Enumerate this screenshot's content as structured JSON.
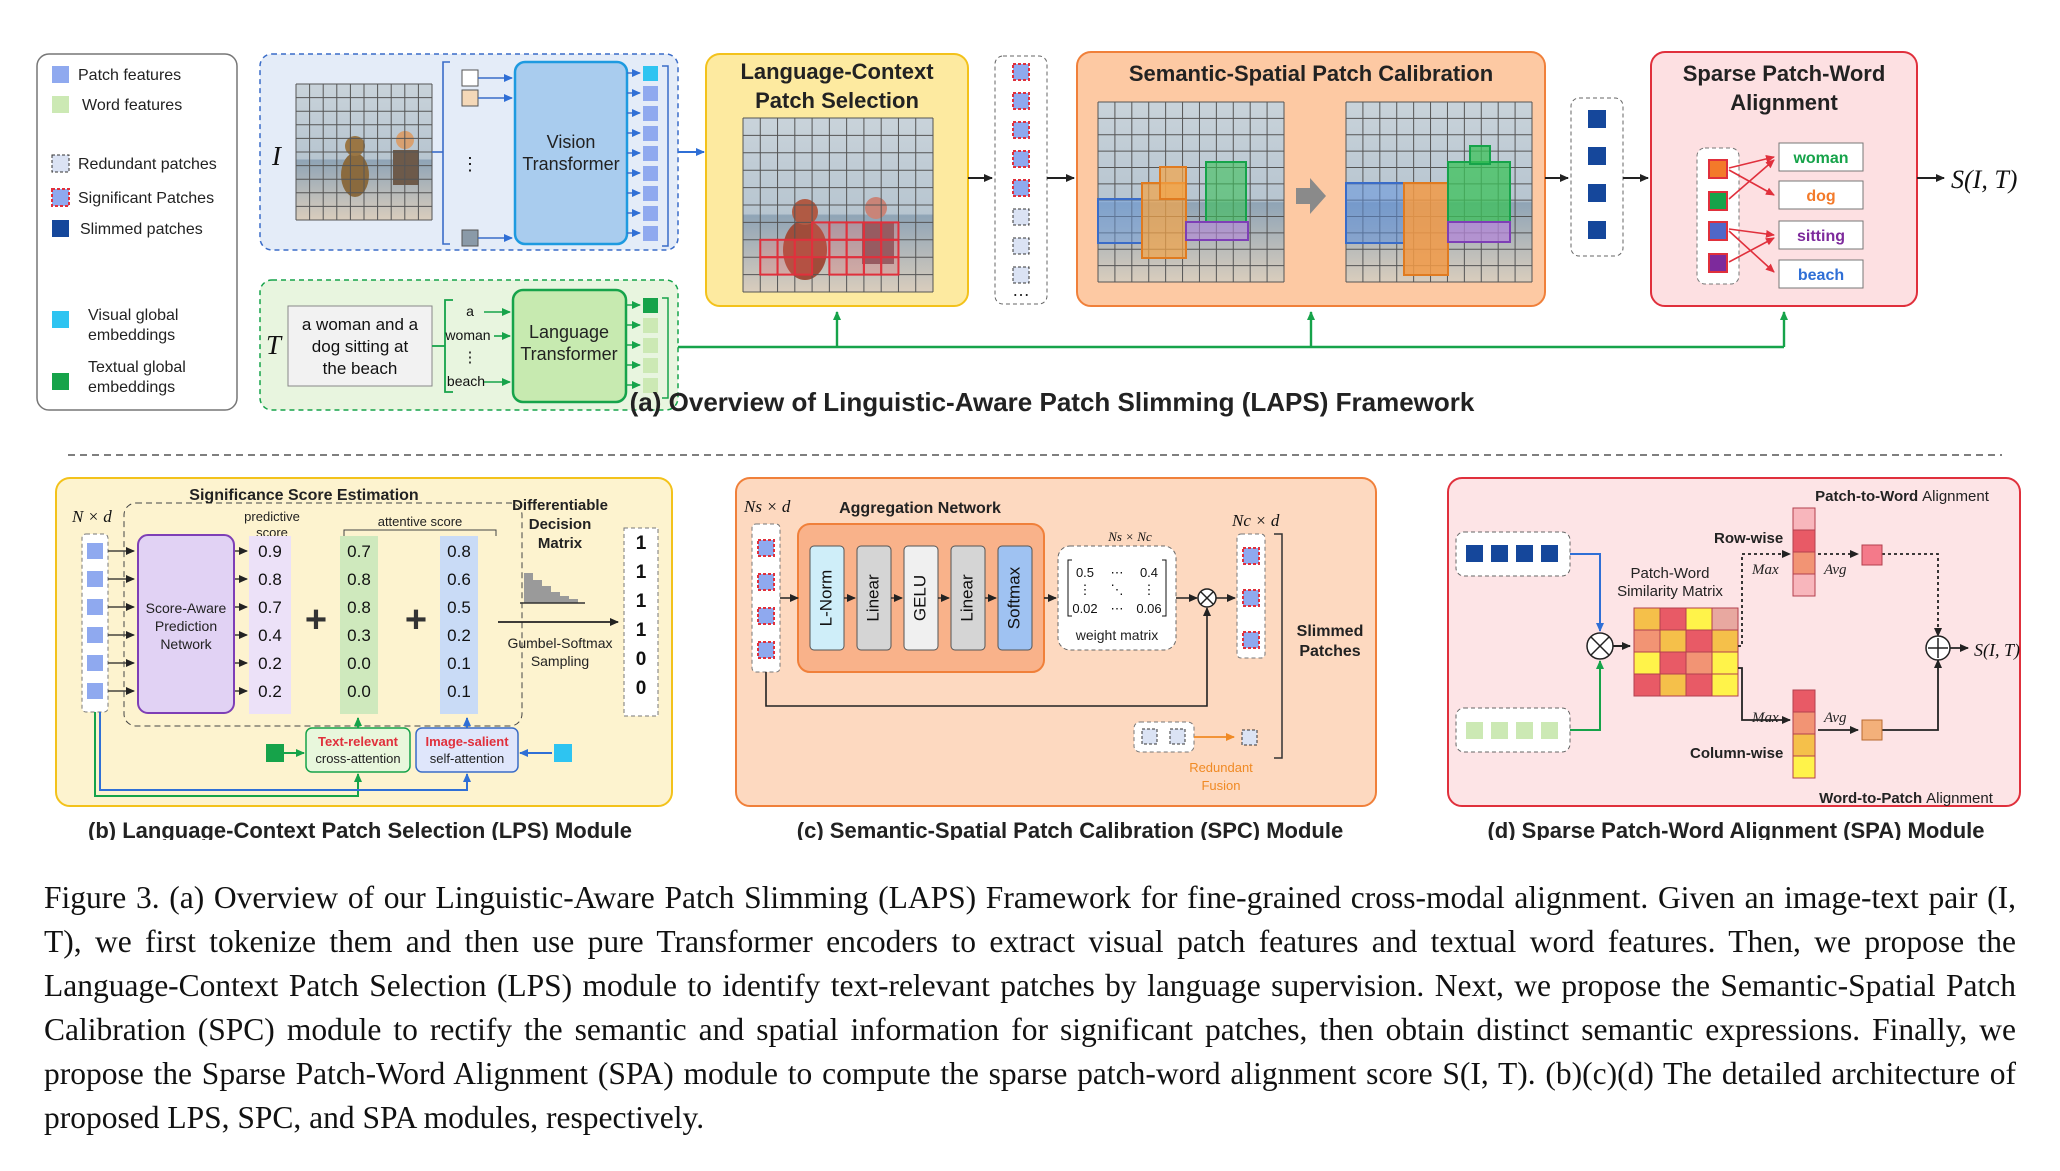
{
  "legend": {
    "items": [
      "Patch features",
      "Word features",
      "Redundant patches",
      "Significant Patches",
      "Slimmed patches",
      "Visual global embeddings",
      "Textual global embeddings"
    ]
  },
  "colors": {
    "patch": "#8fa9ef",
    "word": "#cce9b4",
    "slimmed": "#15479b",
    "visual_global": "#2ec4f1",
    "textual_global": "#16a34a",
    "significant_border": "#e0303c"
  },
  "overview": {
    "image_symbol": "I",
    "text_symbol": "T",
    "vit_label": [
      "Vision",
      "Transformer"
    ],
    "lt_label": [
      "Language",
      "Transformer"
    ],
    "caption_text": [
      "a woman and a",
      "dog sitting at",
      "the beach"
    ],
    "tokens": [
      "a",
      "woman",
      "beach"
    ],
    "vdots": "⋮",
    "hdots": "…",
    "lps_title": [
      "Language-Context",
      "Patch Selection"
    ],
    "spc_title": "Semantic-Spatial Patch Calibration",
    "spa_title": [
      "Sparse Patch-Word",
      "Alignment"
    ],
    "words": [
      "woman",
      "dog",
      "sitting",
      "beach"
    ],
    "score": "S(I, T)",
    "subtitle": "(a) Overview of Linguistic-Aware Patch Slimming (LAPS) Framework"
  },
  "lps": {
    "nd": "N × d",
    "sse_title": "Significance Score Estimation",
    "predictive_label": [
      "predictive",
      "score"
    ],
    "attentive_label": "attentive score",
    "sapn": [
      "Score-Aware",
      "Prediction",
      "Network"
    ],
    "predictive": [
      0.9,
      0.8,
      0.7,
      0.4,
      0.2,
      0.2
    ],
    "cross": [
      0.7,
      0.8,
      0.8,
      0.3,
      0.0,
      0.0
    ],
    "self": [
      0.8,
      0.6,
      0.5,
      0.2,
      0.1,
      0.1
    ],
    "decision": [
      1,
      1,
      1,
      1,
      0,
      0
    ],
    "ddm_title": [
      "Differentiable",
      "Decision",
      "Matrix"
    ],
    "gumbel": [
      "Gumbel-Softmax",
      "Sampling"
    ],
    "text_relevant": "Text-relevant",
    "cross_attention": "cross-attention",
    "image_salient": "Image-salient",
    "self_attention": "self-attention",
    "plus": "+",
    "caption": "(b) Language-Context Patch Selection (LPS) Module"
  },
  "spc": {
    "ns_d": "Ns × d",
    "nc_d": "Nc × d",
    "ns_nc": "Ns × Nc",
    "agg_title": "Aggregation Network",
    "layers": [
      "L-Norm",
      "Linear",
      "GELU",
      "Linear",
      "Softmax"
    ],
    "matrix": [
      "0.5",
      "⋯",
      "0.4",
      "⋮",
      "⋱",
      "⋮",
      "0.02",
      "⋯",
      "0.06"
    ],
    "weight_matrix": "weight matrix",
    "slimmed": [
      "Slimmed",
      "Patches"
    ],
    "redundant": [
      "Redundant",
      "Fusion"
    ],
    "caption": "(c) Semantic-Spatial Patch Calibration (SPC) Module"
  },
  "spa": {
    "p2w": [
      "Patch-to-Word",
      "Alignment"
    ],
    "w2p": [
      "Word-to-Patch",
      "Alignment"
    ],
    "row_wise": "Row-wise",
    "column_wise": "Column-wise",
    "max": "Max",
    "avg": "Avg",
    "sim_matrix": [
      "Patch-Word",
      "Similarity Matrix"
    ],
    "score": "S(I, T)",
    "caption": "(d) Sparse Patch-Word Alignment (SPA) Module"
  },
  "figure_caption": "Figure 3. (a) Overview of our Linguistic-Aware Patch Slimming (LAPS) Framework for fine-grained cross-modal alignment. Given an image-text pair (I, T), we first tokenize them and then use pure Transformer encoders to extract visual patch features and textual word features. Then, we propose the Language-Context Patch Selection (LPS) module to identify text-relevant patches by language supervision. Next, we propose the Semantic-Spatial Patch Calibration (SPC) module to rectify the semantic and spatial information for significant patches, then obtain distinct semantic expressions. Finally, we propose the Sparse Patch-Word Alignment (SPA) module to compute the sparse patch-word alignment score S(I, T). (b)(c)(d) The detailed architecture of proposed LPS, SPC, and SPA modules, respectively."
}
